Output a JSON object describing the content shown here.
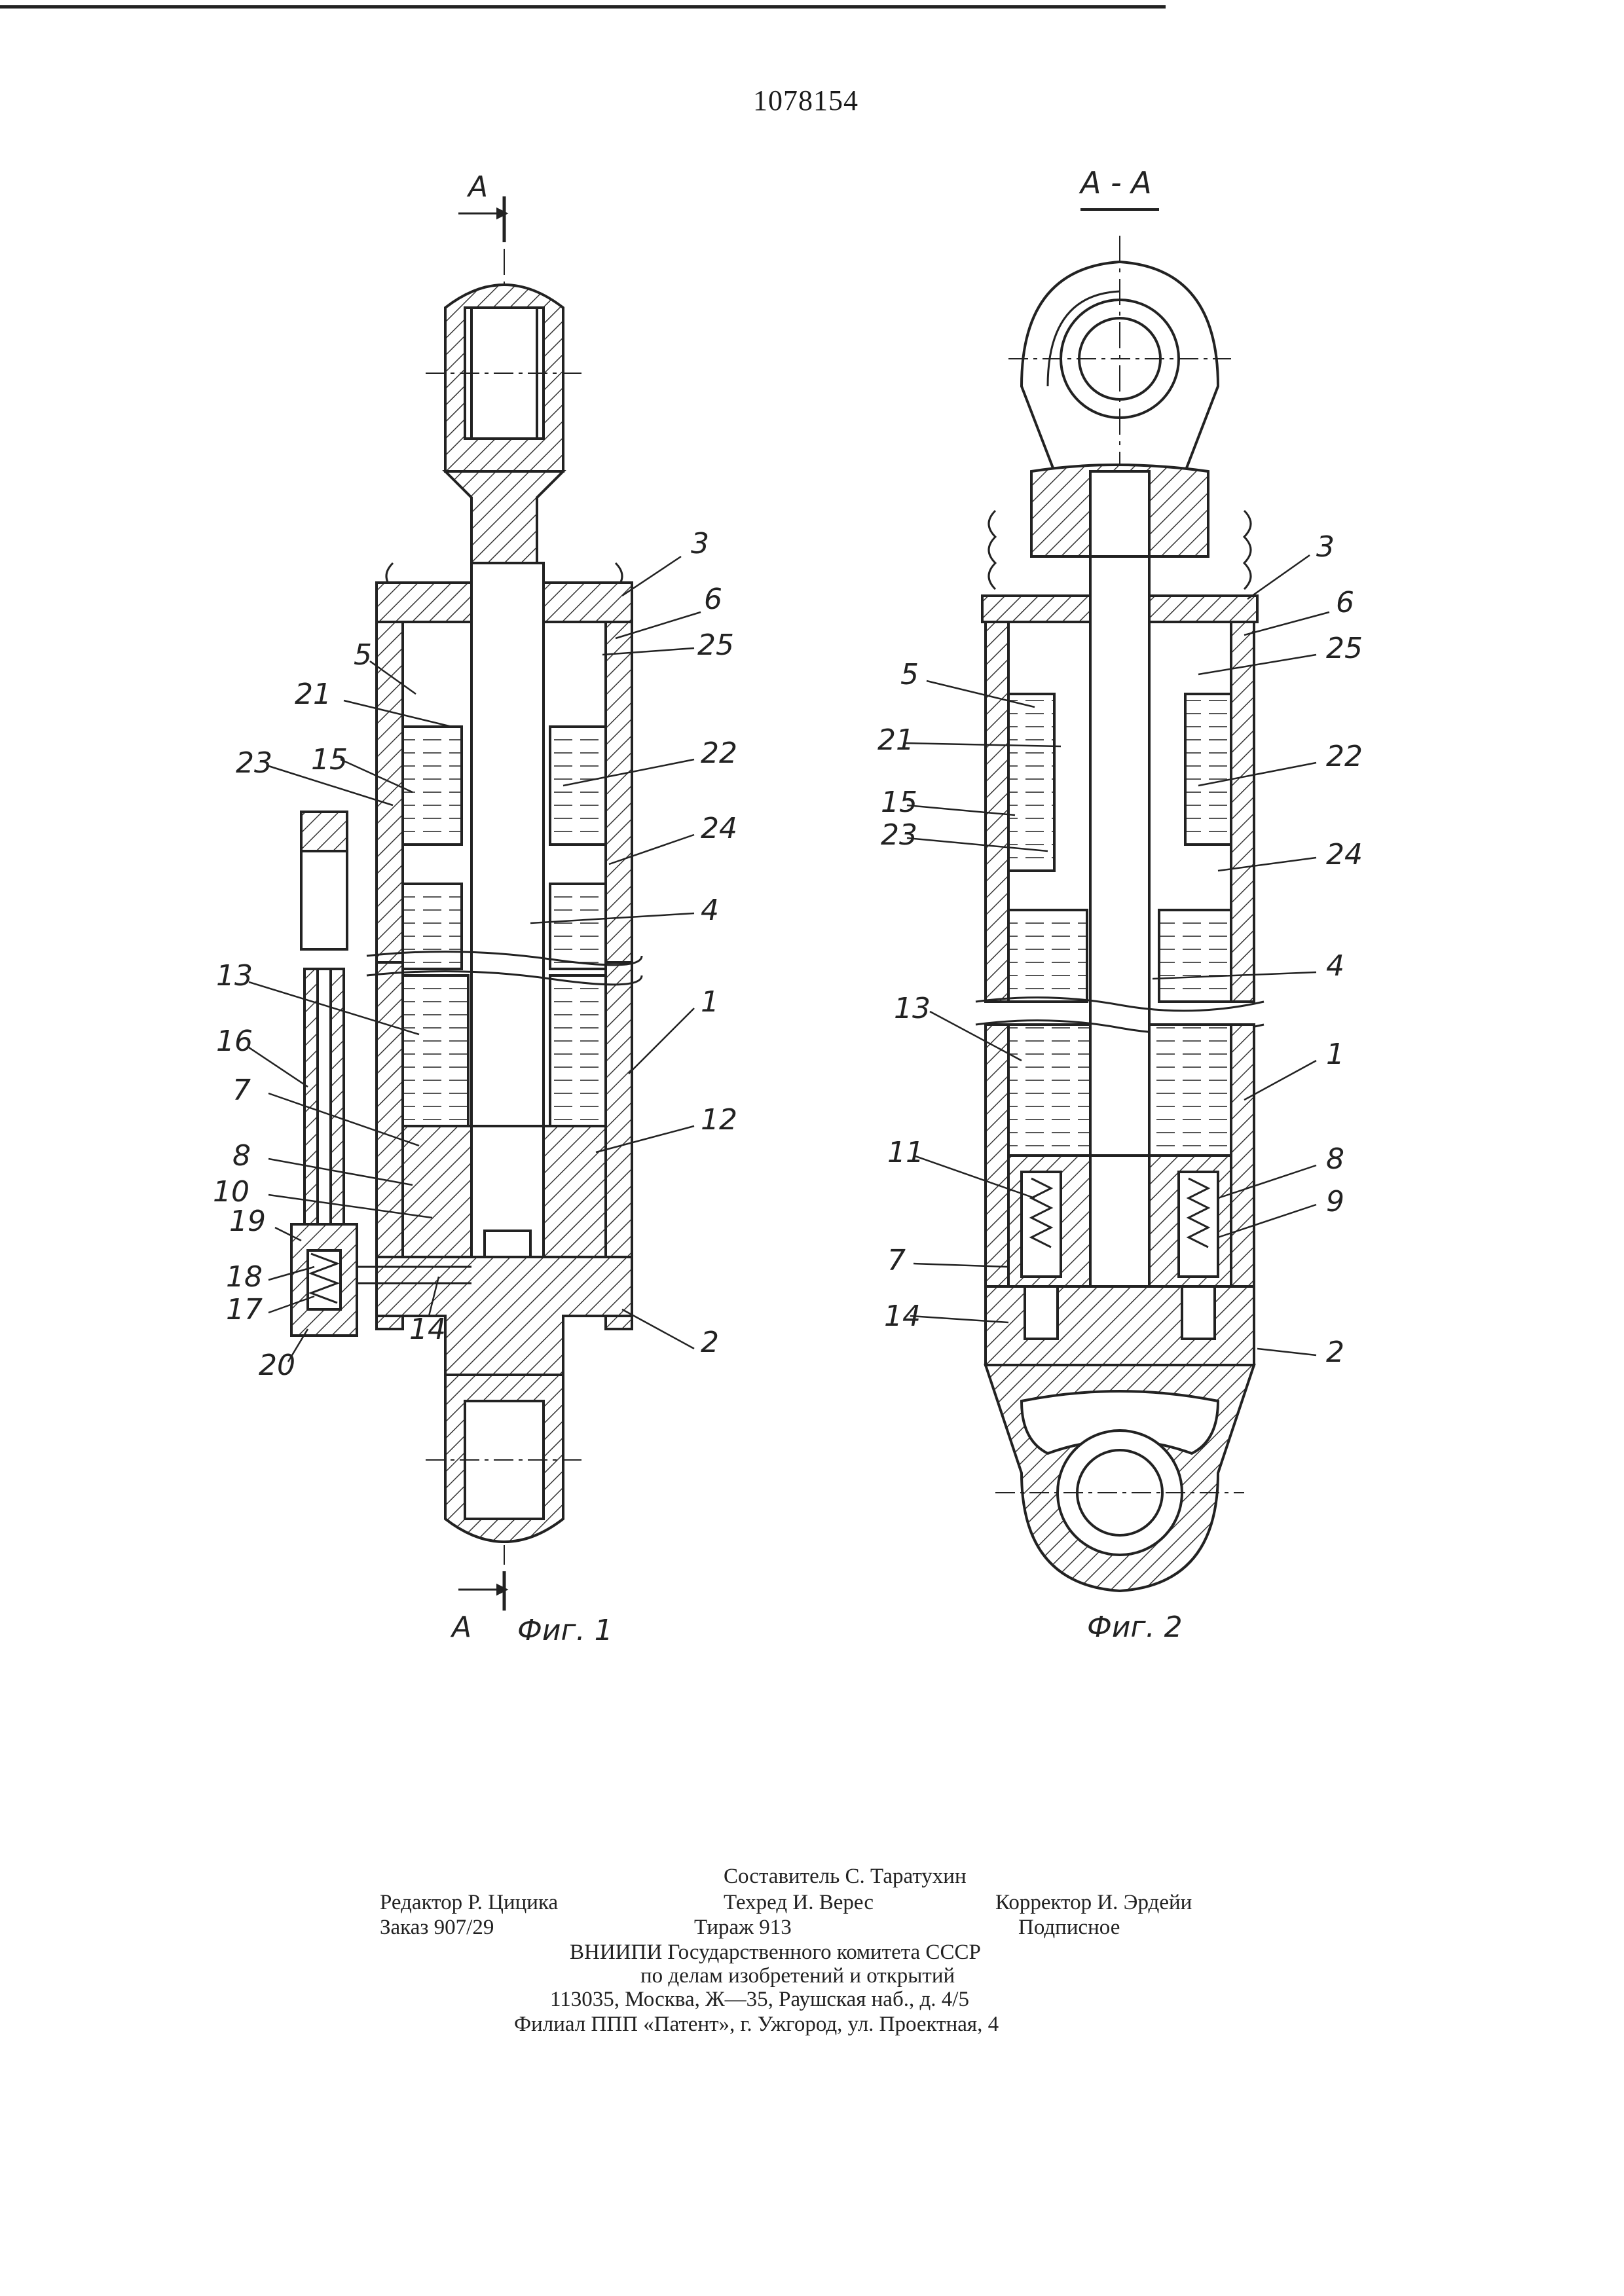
{
  "patent_number": "1078154",
  "fig1": {
    "section_mark": "A",
    "caption": "Фиг. 1",
    "labels": [
      "3",
      "6",
      "25",
      "5",
      "21",
      "23",
      "15",
      "22",
      "24",
      "4",
      "13",
      "1",
      "16",
      "7",
      "12",
      "8",
      "10",
      "19",
      "18",
      "17",
      "20",
      "14",
      "2"
    ]
  },
  "fig2": {
    "section_title": "А - А",
    "caption": "Фиг. 2",
    "labels": [
      "3",
      "6",
      "5",
      "25",
      "21",
      "22",
      "15",
      "23",
      "24",
      "4",
      "13",
      "1",
      "11",
      "8",
      "9",
      "7",
      "14",
      "2"
    ]
  },
  "footer": {
    "compiler": "Составитель С. Таратухин",
    "editor": "Редактор Р. Цицика",
    "techred": "Техред И. Верес",
    "corrector": "Корректор И. Эрдейи",
    "order": "Заказ 907/29",
    "print_run": "Тираж 913",
    "subscription": "Подписное",
    "org1": "ВНИИПИ Государственного комитета СССР",
    "org2": "по делам изобретений и открытий",
    "address": "113035, Москва, Ж—35, Раушская наб., д. 4/5",
    "branch": "Филиал ППП «Патент», г. Ужгород, ул. Проектная, 4"
  }
}
